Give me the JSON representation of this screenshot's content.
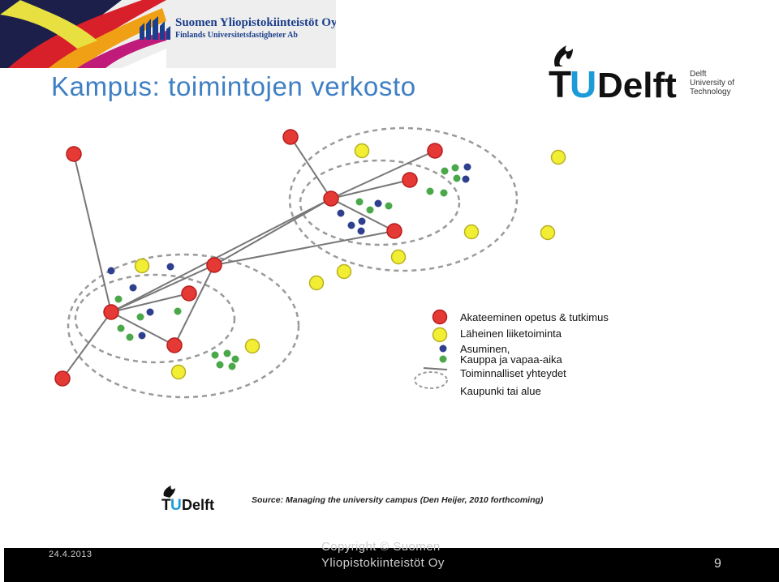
{
  "header": {
    "org_name": "Suomen Yliopistokiinteistöt Oy",
    "org_subtitle": "Finlands Universitetsfastigheter Ab"
  },
  "slide": {
    "title": "Kampus: toimintojen verkosto"
  },
  "partner_logo": {
    "brand_left": "TU",
    "brand_right": "Delft",
    "line1": "Delft",
    "line2": "University of",
    "line3": "Technology"
  },
  "colors": {
    "title": "#3f7fc3",
    "red_node": "#e53935",
    "yellow_node": "#f2ee33",
    "blue_node": "#2e3f8f",
    "green_node": "#4aa84a",
    "tud_blue": "#1c9bd8",
    "syk_blue": "#1b3f8b"
  },
  "legend": {
    "red": "Akateeminen opetus & tutkimus",
    "yellow": "Läheinen liiketoiminta",
    "blue_green_1": "Asuminen,",
    "blue_green_2": "Kauppa ja vapaa-aika",
    "line": "Toiminnalliset yhteydet",
    "ellipse": "Kaupunki tai alue"
  },
  "source": {
    "brand_left": "TU",
    "brand_right": "Delft",
    "text": "Source: Managing the university campus (Den Heijer, 2010 forthcoming)"
  },
  "footer": {
    "date": "24.4.2013",
    "copyright": "Copyright © Suomen Yliopistokiinteistöt Oy",
    "page": "9"
  }
}
